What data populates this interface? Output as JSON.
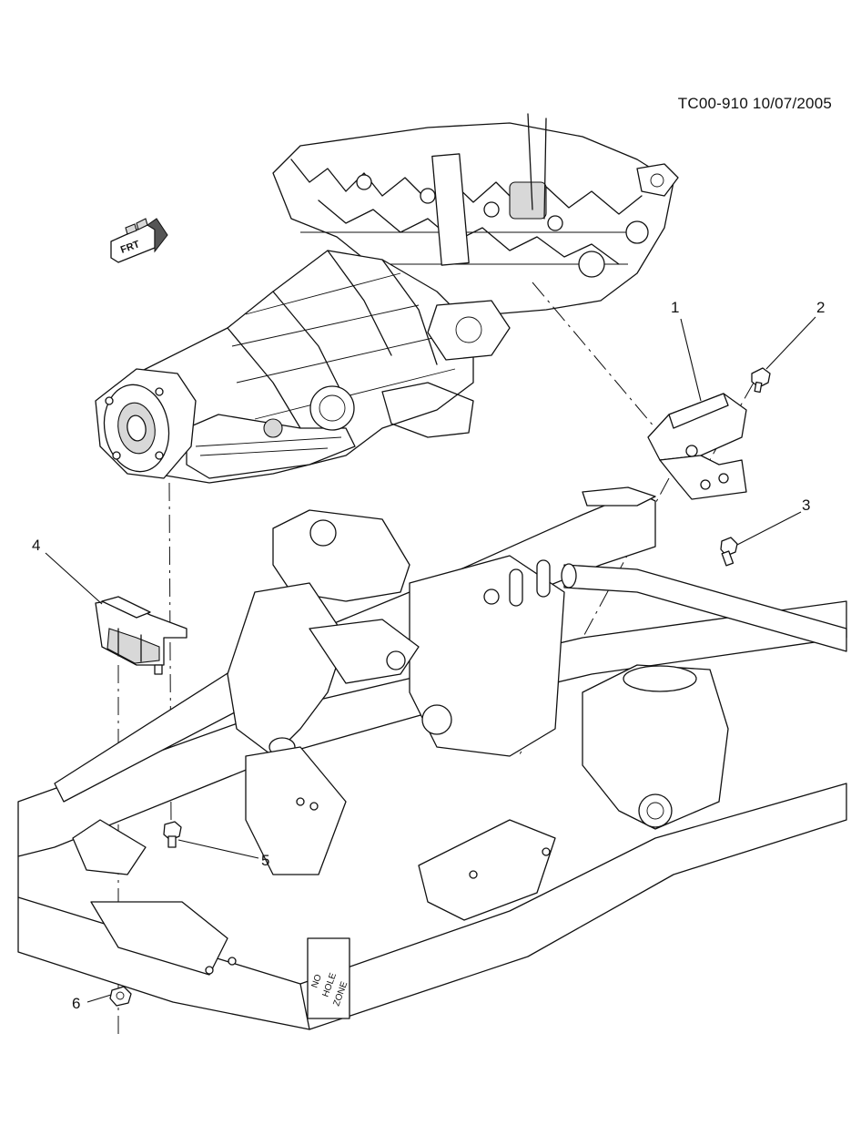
{
  "header": {
    "reference": "TC00-910  10/07/2005"
  },
  "orientation_badge": {
    "label": "FRT",
    "icon": "front-arrow-icon"
  },
  "callouts": [
    {
      "number": "1",
      "part": "transmission-mount-bracket"
    },
    {
      "number": "2",
      "part": "bolt"
    },
    {
      "number": "3",
      "part": "bolt"
    },
    {
      "number": "4",
      "part": "transmission-mount"
    },
    {
      "number": "5",
      "part": "bolt"
    },
    {
      "number": "6",
      "part": "nut"
    }
  ],
  "frame_label": {
    "line1": "NO",
    "line2": "HOLE",
    "line3": "ZONE"
  }
}
